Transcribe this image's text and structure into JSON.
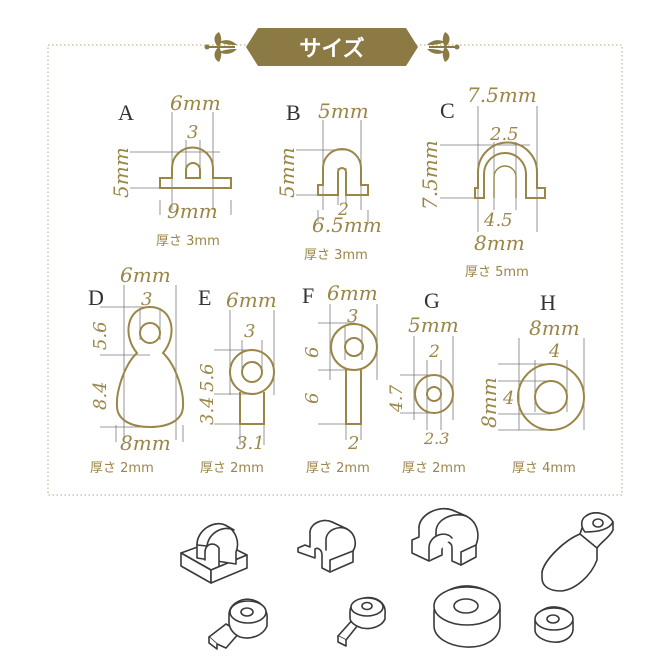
{
  "header": {
    "title": "サイズ"
  },
  "colors": {
    "gold": "#9a8647",
    "banner": "#8c7a45",
    "frame": "#c8b890",
    "iso_stroke": "#3a3a3a"
  },
  "parts": {
    "A": {
      "label": "A",
      "width": "6mm",
      "inner": "3",
      "height": "5mm",
      "base": "9mm",
      "thickness": "厚さ 3mm"
    },
    "B": {
      "label": "B",
      "width": "5mm",
      "height": "5mm",
      "slot": "2",
      "base": "6.5mm",
      "thickness": "厚さ 3mm"
    },
    "C": {
      "label": "C",
      "width": "7.5mm",
      "inner": "2.5",
      "height": "7.5mm",
      "gap": "4.5",
      "base": "8mm",
      "thickness": "厚さ 5mm"
    },
    "D": {
      "label": "D",
      "width": "6mm",
      "hole": "3",
      "top_h": "5.6",
      "body_h": "8.4",
      "base": "8mm",
      "thickness": "厚さ 2mm"
    },
    "E": {
      "label": "E",
      "width": "6mm",
      "hole": "3",
      "ring_h": "5.6",
      "tab_h": "3.4",
      "tab_w": "3.1",
      "thickness": "厚さ 2mm"
    },
    "F": {
      "label": "F",
      "width": "6mm",
      "hole": "3",
      "ring_h": "6",
      "stem_h": "6",
      "stem_w": "2",
      "thickness": "厚さ 2mm"
    },
    "G": {
      "label": "G",
      "width": "5mm",
      "hole": "2",
      "height": "4.7",
      "bottom": "2.3",
      "thickness": "厚さ 2mm"
    },
    "H": {
      "label": "H",
      "width": "8mm",
      "hole_w": "4",
      "height": "8mm",
      "hole_h": "4",
      "thickness": "厚さ 4mm"
    }
  },
  "illustrations": [
    "part-a-3d",
    "part-b-3d",
    "part-c-3d",
    "part-d-3d",
    "part-e-3d",
    "part-f-3d",
    "part-h-3d",
    "part-g-3d"
  ]
}
